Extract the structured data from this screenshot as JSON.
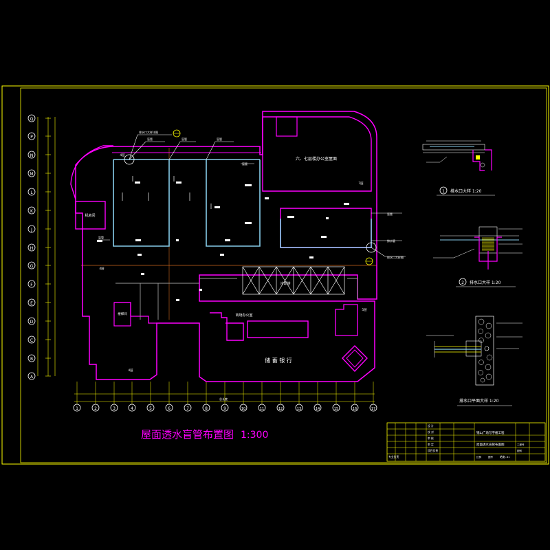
{
  "drawing": {
    "main_title": "屋面透水盲管布置图",
    "main_scale": "1:300"
  },
  "plan_labels": {
    "room_top_right": "六、七层楼办公室屋面",
    "machine_room": "机房间",
    "stair_left": "楼梯间",
    "cooling": "冷却塔",
    "office_center": "商场办公室",
    "bank": "储 蓄 银 行",
    "room_5f_left": "4层",
    "room_5f_bottom": "4层",
    "room_7f": "7层",
    "room_5f_right": "5层",
    "room_4f_top": "4层",
    "dim_total": "总长度"
  },
  "callouts": {
    "c1": "排水口大样详图",
    "c2": "盲管",
    "c3": "盲管",
    "c4": "盲管",
    "c5": "盲管",
    "c6": "排水口大样图",
    "c7": "排水管",
    "c8": "盲管",
    "c9": "盲管"
  },
  "grid": {
    "columns": [
      "1",
      "2",
      "3",
      "4",
      "5",
      "6",
      "7",
      "8",
      "9",
      "10",
      "11",
      "12",
      "13",
      "14",
      "15",
      "16",
      "17"
    ],
    "rows": [
      "Q",
      "P",
      "N",
      "M",
      "L",
      "K",
      "J",
      "H",
      "G",
      "F",
      "E",
      "D",
      "C",
      "B",
      "A"
    ]
  },
  "details": {
    "d1_title": "排水口大样  1:20",
    "d1_num": "1",
    "d2_title": "排水口大样  1:20",
    "d2_num": "2",
    "d3_title": "排水口平面大样  1:20"
  },
  "title_block": {
    "project": "锦山广场写字楼工程",
    "sheet_title": "屋面透水盲管布置图",
    "sheet_no": "结施-01",
    "row_labels": [
      "设 计",
      "校 对",
      "审 核",
      "审 定",
      "项目负责",
      "专业负责"
    ],
    "bottom_labels": [
      "工程号",
      "图别",
      "比例",
      "图号"
    ]
  },
  "colors": {
    "background": "#000000",
    "wall": "#ff00ff",
    "pipe": "#87ceeb",
    "grid": "#ffff00",
    "axis": "#d2691e",
    "text": "#ffffff",
    "dim": "#00ff00",
    "marker": "#ffff00"
  }
}
